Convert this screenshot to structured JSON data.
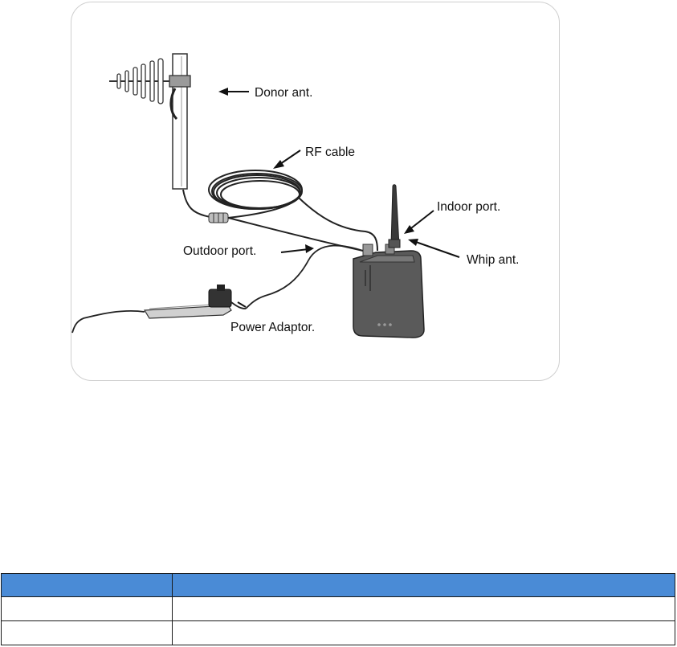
{
  "figure": {
    "labels": {
      "donor_ant": "Donor ant.",
      "rf_cable": "RF cable",
      "indoor_port": "Indoor port.",
      "whip_ant": "Whip ant.",
      "outdoor_port": "Outdoor port.",
      "power_adaptor": "Power Adaptor."
    }
  },
  "table": {
    "headers": [
      "",
      ""
    ],
    "rows": [
      [
        "",
        ""
      ],
      [
        "",
        ""
      ]
    ]
  }
}
